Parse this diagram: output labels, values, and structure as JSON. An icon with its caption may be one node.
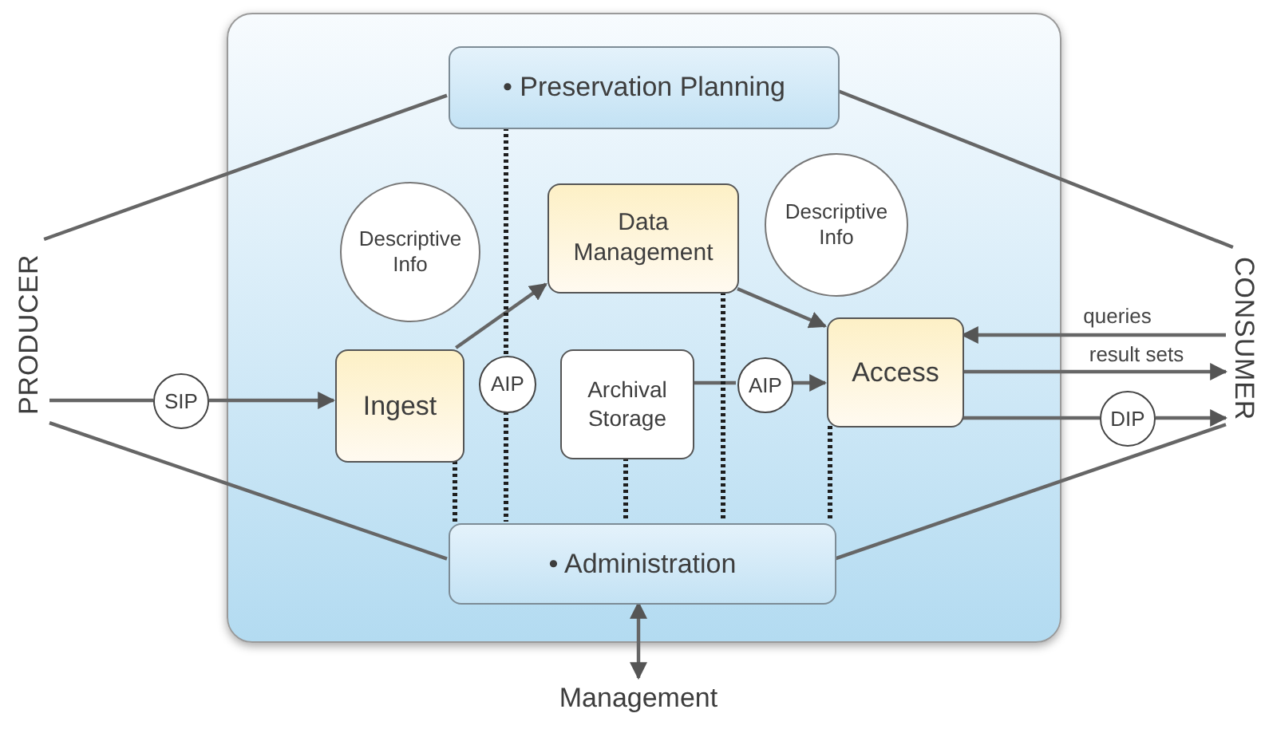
{
  "diagram": {
    "nodes": [
      {
        "text": [],
        "shape": "box"
      },
      {
        "text": [
          "• Preservation Planning"
        ],
        "in": 0
      },
      {
        "text": [
          "Descriptive Info"
        ],
        "in": 0
      },
      {
        "text": [
          "Data Management"
        ],
        "in": 0
      },
      {
        "text": [
          "Descriptive Info"
        ],
        "in": 0
      },
      {
        "text": [
          "Ingest"
        ],
        "in": 0
      },
      {
        "text": [
          "AIP"
        ],
        "in": 0
      },
      {
        "text": [
          "Archival Storage"
        ],
        "in": 0
      },
      {
        "text": [
          "AIP"
        ],
        "in": 0
      },
      {
        "text": [
          "Access"
        ],
        "in": 0
      },
      {
        "text": [
          "• Administration"
        ],
        "in": 0
      },
      {
        "text": [
          "PRODUCER"
        ]
      },
      {
        "text": [
          "SIP"
        ]
      },
      {
        "text": [
          "CONSUMER"
        ]
      },
      {
        "text": [
          "DIP"
        ]
      },
      {
        "text": [
          "Management"
        ]
      }
    ],
    "edges": [
      {
        "from": 11,
        "to": 1,
        "arrow": "none"
      },
      {
        "from": 11,
        "to": 10,
        "arrow": "none"
      },
      {
        "from": 1,
        "to": 13,
        "arrow": "none"
      },
      {
        "from": 10,
        "to": 13,
        "arrow": "none"
      },
      {
        "from": 11,
        "to": 12,
        "arrow": "none"
      },
      {
        "from": 12,
        "to": 5,
        "arrow": "to"
      },
      {
        "from": 5,
        "to": 3,
        "arrow": "to"
      },
      {
        "from": 1,
        "to": 6,
        "arrow": "none",
        "style": "dashed"
      },
      {
        "from": 6,
        "to": 10,
        "arrow": "none",
        "style": "dashed"
      },
      {
        "from": 7,
        "to": 8,
        "arrow": "none"
      },
      {
        "from": 8,
        "to": 9,
        "arrow": "to"
      },
      {
        "from": 3,
        "to": 9,
        "arrow": "to"
      },
      {
        "from": 13,
        "to": 9,
        "arrow": "to",
        "label": "queries"
      },
      {
        "from": 9,
        "to": 13,
        "arrow": "to",
        "label": "result sets"
      },
      {
        "from": 9,
        "to": 14,
        "arrow": "none"
      },
      {
        "from": 14,
        "to": 13,
        "arrow": "to"
      },
      {
        "from": 5,
        "to": 10,
        "arrow": "none",
        "style": "dashed"
      },
      {
        "from": 7,
        "to": 10,
        "arrow": "none",
        "style": "dashed"
      },
      {
        "from": 3,
        "to": 10,
        "arrow": "none",
        "style": "dashed"
      },
      {
        "from": 9,
        "to": 10,
        "arrow": "none",
        "style": "dashed"
      },
      {
        "from": 15,
        "to": 10,
        "arrow": "both"
      }
    ]
  }
}
